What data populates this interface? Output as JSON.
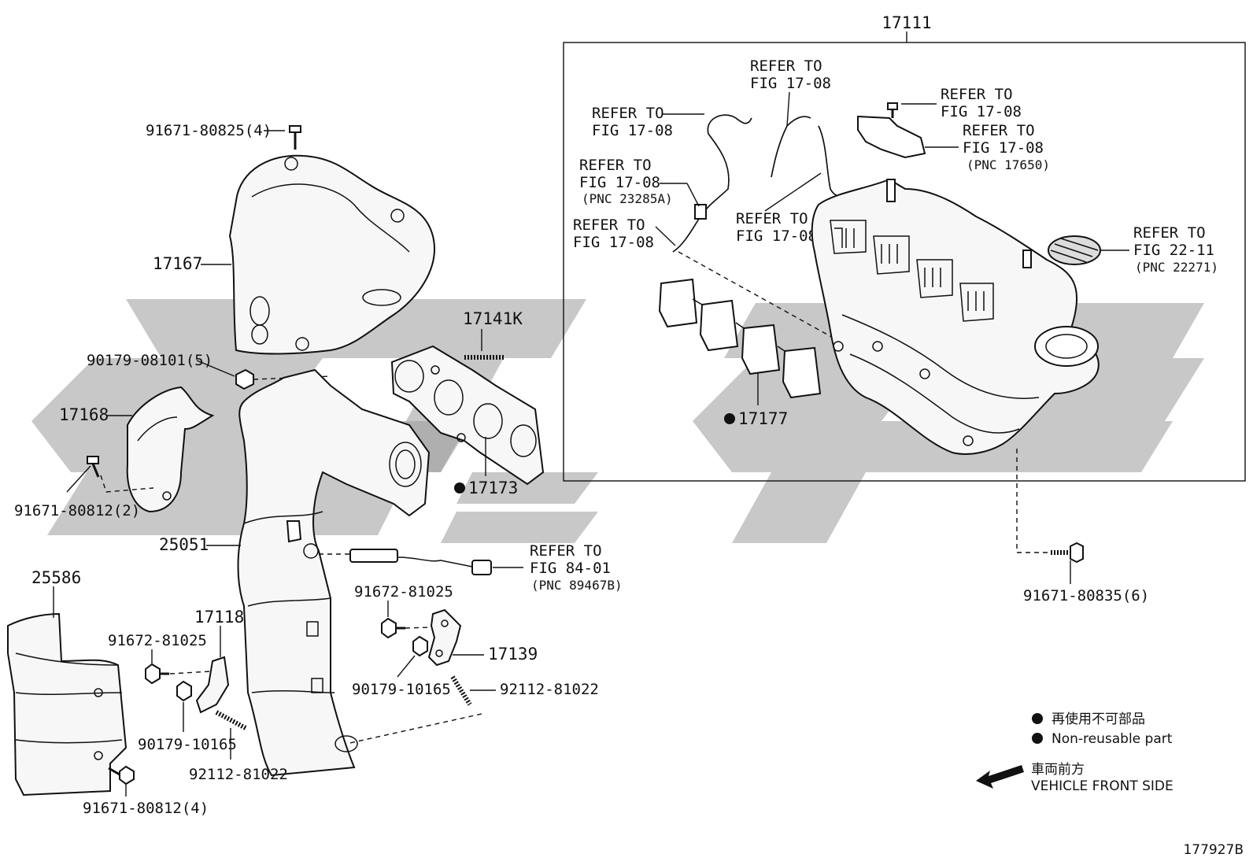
{
  "assembly_label": "17111",
  "parts": {
    "p91671_80825": "91671-80825(4)",
    "p17167": "17167",
    "p90179_08101": "90179-08101(5)",
    "p17168": "17168",
    "p91671_80812_2": "91671-80812(2)",
    "p17141K": "17141K",
    "p17173": "17173",
    "p25051": "25051",
    "p25586": "25586",
    "p17118": "17118",
    "p91672_81025_a": "91672-81025",
    "p91672_81025_b": "91672-81025",
    "p90179_10165_a": "90179-10165",
    "p90179_10165_b": "90179-10165",
    "p92112_81022_a": "92112-81022",
    "p92112_81022_b": "92112-81022",
    "p91671_80812_4": "91671-80812(4)",
    "p17139": "17139",
    "p17177": "17177",
    "p91671_80835": "91671-80835(6)"
  },
  "refs": {
    "r1": {
      "line1": "REFER TO",
      "line2": "FIG 17-08"
    },
    "r2": {
      "line1": "REFER TO",
      "line2": "FIG 17-08"
    },
    "r3": {
      "line1": "REFER TO",
      "line2": "FIG 17-08",
      "line3": "(PNC 23285A)"
    },
    "r4": {
      "line1": "REFER TO",
      "line2": "FIG 17-08"
    },
    "r5": {
      "line1": "REFER TO",
      "line2": "FIG 17-08"
    },
    "r6": {
      "line1": "REFER TO",
      "line2": "FIG 17-08"
    },
    "r7": {
      "line1": "REFER TO",
      "line2": "FIG 17-08",
      "line3": "(PNC 17650)"
    },
    "r8": {
      "line1": "REFER TO",
      "line2": "FIG 22-11",
      "line3": "(PNC 22271)"
    },
    "r9": {
      "line1": "REFER TO",
      "line2": "FIG 84-01",
      "line3": "(PNC 89467B)"
    }
  },
  "legend": {
    "nonreusable_jp": "再使用不可部品",
    "nonreusable_en": "Non-reusable part",
    "front_jp": "車両前方",
    "front_en": "VEHICLE FRONT SIDE"
  },
  "figure_id": "177927B"
}
